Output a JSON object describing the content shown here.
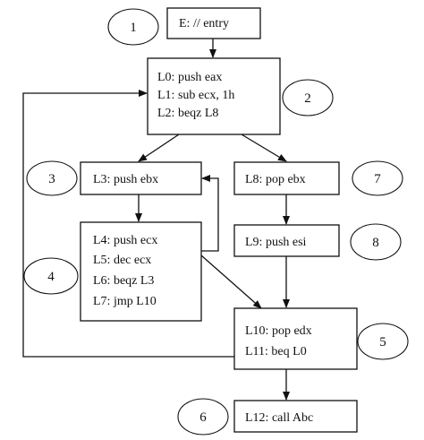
{
  "blocks": {
    "entry": [
      "E: // entry"
    ],
    "b0": [
      "L0: push eax",
      "L1: sub ecx, 1h",
      "L2: beqz L8"
    ],
    "b3": [
      "L3: push ebx"
    ],
    "b4": [
      "L4: push ecx",
      "L5: dec ecx",
      "L6: beqz L3",
      "L7: jmp L10"
    ],
    "b8": [
      "L8: pop ebx"
    ],
    "b9": [
      "L9: push esi"
    ],
    "b10": [
      "L10: pop edx",
      "L11: beq L0"
    ],
    "b12": [
      "L12: call Abc"
    ]
  },
  "labels": {
    "n1": "1",
    "n2": "2",
    "n3": "3",
    "n4": "4",
    "n5": "5",
    "n6": "6",
    "n7": "7",
    "n8": "8"
  }
}
